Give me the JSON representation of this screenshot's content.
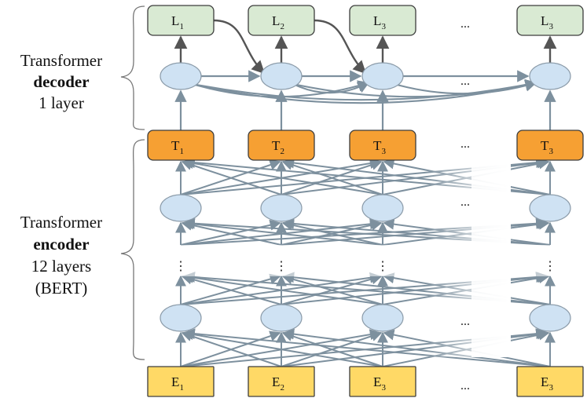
{
  "decoder_label": {
    "line1": "Transformer",
    "line2": "decoder",
    "line3": "1 layer"
  },
  "encoder_label": {
    "line1": "Transformer",
    "line2": "encoder",
    "line3": "12 layers",
    "line4": "(BERT)"
  },
  "ellipsis": "...",
  "vertical_ellipsis": "⋮",
  "outputs": [
    {
      "base": "L",
      "sub": "1"
    },
    {
      "base": "L",
      "sub": "2"
    },
    {
      "base": "L",
      "sub": "3"
    },
    {
      "base": "L",
      "sub": "3"
    }
  ],
  "tokens": [
    {
      "base": "T",
      "sub": "1"
    },
    {
      "base": "T",
      "sub": "2"
    },
    {
      "base": "T",
      "sub": "3"
    },
    {
      "base": "T",
      "sub": "3"
    }
  ],
  "embeddings": [
    {
      "base": "E",
      "sub": "1"
    },
    {
      "base": "E",
      "sub": "2"
    },
    {
      "base": "E",
      "sub": "3"
    },
    {
      "base": "E",
      "sub": "3"
    }
  ],
  "colors": {
    "output_fill": "#d9ead3",
    "output_stroke": "#3d3d3d",
    "token_fill": "#f6a033",
    "token_stroke": "#3d3d3d",
    "embed_fill": "#ffd966",
    "embed_stroke": "#3d3d3d",
    "node_fill": "#cfe2f3",
    "node_stroke": "#8a9aa8",
    "arrow": "#7d909e",
    "dark_arrow": "#555555"
  }
}
